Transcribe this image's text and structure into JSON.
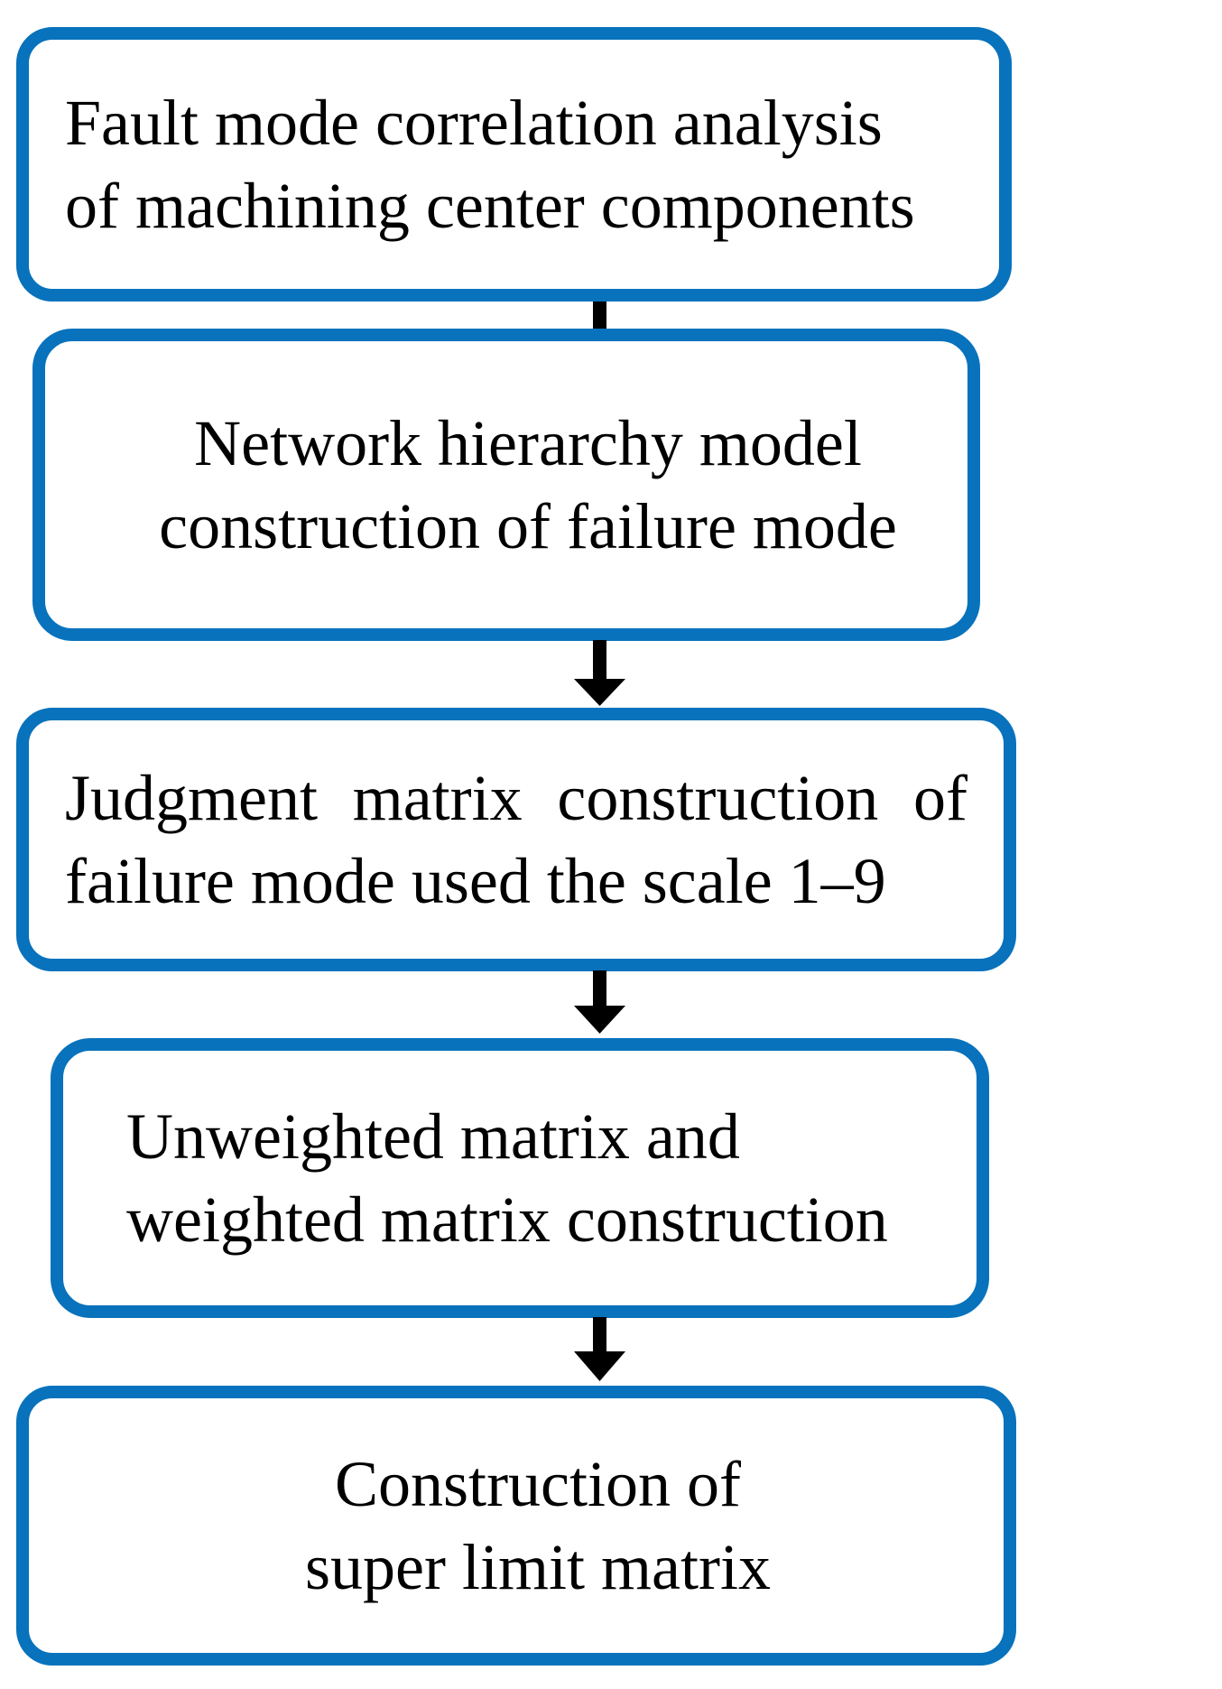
{
  "diagram": {
    "title": "Fault mode correlation analysis flowchart",
    "orientation": "vertical-top-down",
    "accent_color": "#0872bc",
    "text_color": "#000000",
    "background_color": "#ffffff"
  },
  "nodes": [
    {
      "id": "node-1",
      "shape": "rounded-rectangle",
      "line1": "Fault mode correlation analysis",
      "line2": "of machining center components"
    },
    {
      "id": "node-2",
      "shape": "rounded-rectangle",
      "line1": "Network hierarchy model",
      "line2": "construction of failure mode"
    },
    {
      "id": "node-3",
      "shape": "rounded-rectangle",
      "line1": "Judgment matrix construction of",
      "line2": "failure mode used the scale 1–9"
    },
    {
      "id": "node-4",
      "shape": "rounded-rectangle",
      "line1": "Unweighted matrix and",
      "line2": "weighted matrix construction"
    },
    {
      "id": "node-5",
      "shape": "rounded-rectangle",
      "line1": "Construction of",
      "line2": "super limit matrix"
    }
  ],
  "connectors": [
    {
      "id": "arrow-1",
      "from": "node-1",
      "to": "node-2",
      "style": "solid-arrow-down"
    },
    {
      "id": "arrow-2",
      "from": "node-2",
      "to": "node-3",
      "style": "solid-arrow-down"
    },
    {
      "id": "arrow-3",
      "from": "node-3",
      "to": "node-4",
      "style": "solid-arrow-down"
    },
    {
      "id": "arrow-4",
      "from": "node-4",
      "to": "node-5",
      "style": "solid-arrow-down"
    }
  ]
}
